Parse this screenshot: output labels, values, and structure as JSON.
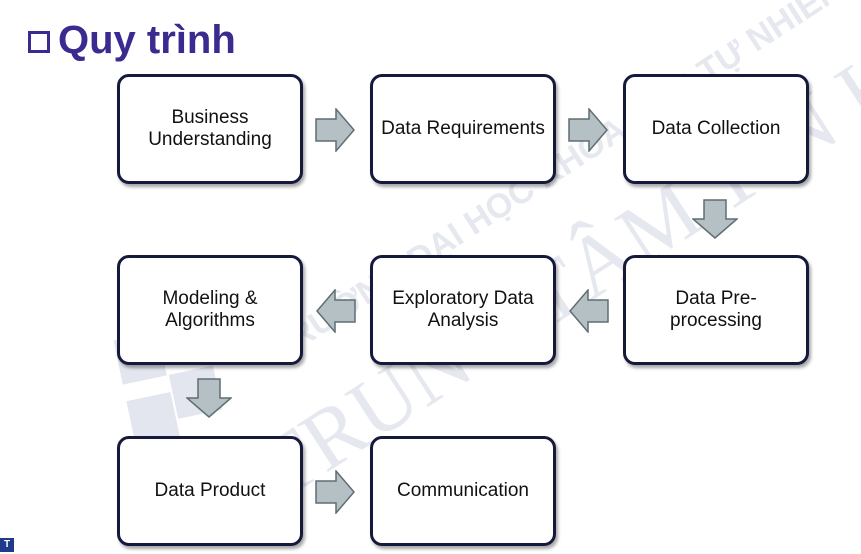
{
  "title": "Quy trình",
  "watermark": {
    "line1": "TRƯỜNG ĐẠI HỌC KHOA HỌC TỰ NHIÊN",
    "line2": "TRUNG TÂM TIN HỌC",
    "logo_text": "T"
  },
  "steps": {
    "business_understanding": "Business Understanding",
    "data_requirements": "Data Requirements",
    "data_collection": "Data Collection",
    "data_preprocessing": "Data Pre-processing",
    "exploratory_data_analysis": "Exploratory Data Analysis",
    "modeling_algorithms": "Modeling & Algorithms",
    "data_product": "Data Product",
    "communication": "Communication"
  },
  "colors": {
    "title": "#3b2a8f",
    "box_border": "#151a3c",
    "arrow_fill": "#b4c0c4",
    "arrow_stroke": "#5f6e73"
  },
  "icons": {
    "title_bullet": "hollow-square-bullet",
    "arrows": "block-arrow"
  }
}
